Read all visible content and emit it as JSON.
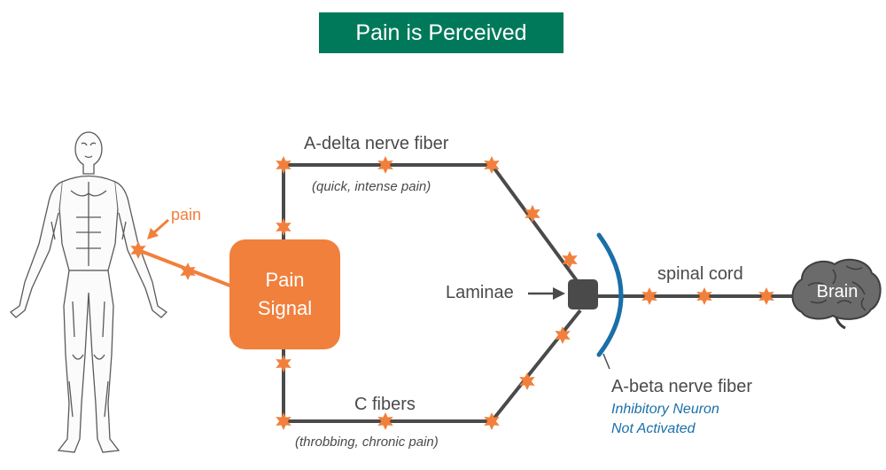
{
  "title": "Pain is Perceived",
  "colors": {
    "title_bg": "#00795a",
    "orange": "#f0803c",
    "line": "#4a4a4a",
    "blue": "#1a6fa8",
    "brain": "#6b6b6b"
  },
  "labels": {
    "pain": "pain",
    "pain_signal_line1": "Pain",
    "pain_signal_line2": "Signal",
    "a_delta": "A-delta nerve fiber",
    "a_delta_desc": "(quick, intense pain)",
    "c_fibers": "C fibers",
    "c_fibers_desc": "(throbbing, chronic pain)",
    "laminae": "Laminae",
    "spinal_cord": "spinal cord",
    "brain": "Brain",
    "a_beta": "A-beta nerve fiber",
    "inhibitory_line1": "Inhibitory Neuron",
    "inhibitory_line2": "Not Activated"
  },
  "icons": {
    "body": "human-body-icon",
    "brain": "brain-icon",
    "spark": "spark-icon"
  }
}
